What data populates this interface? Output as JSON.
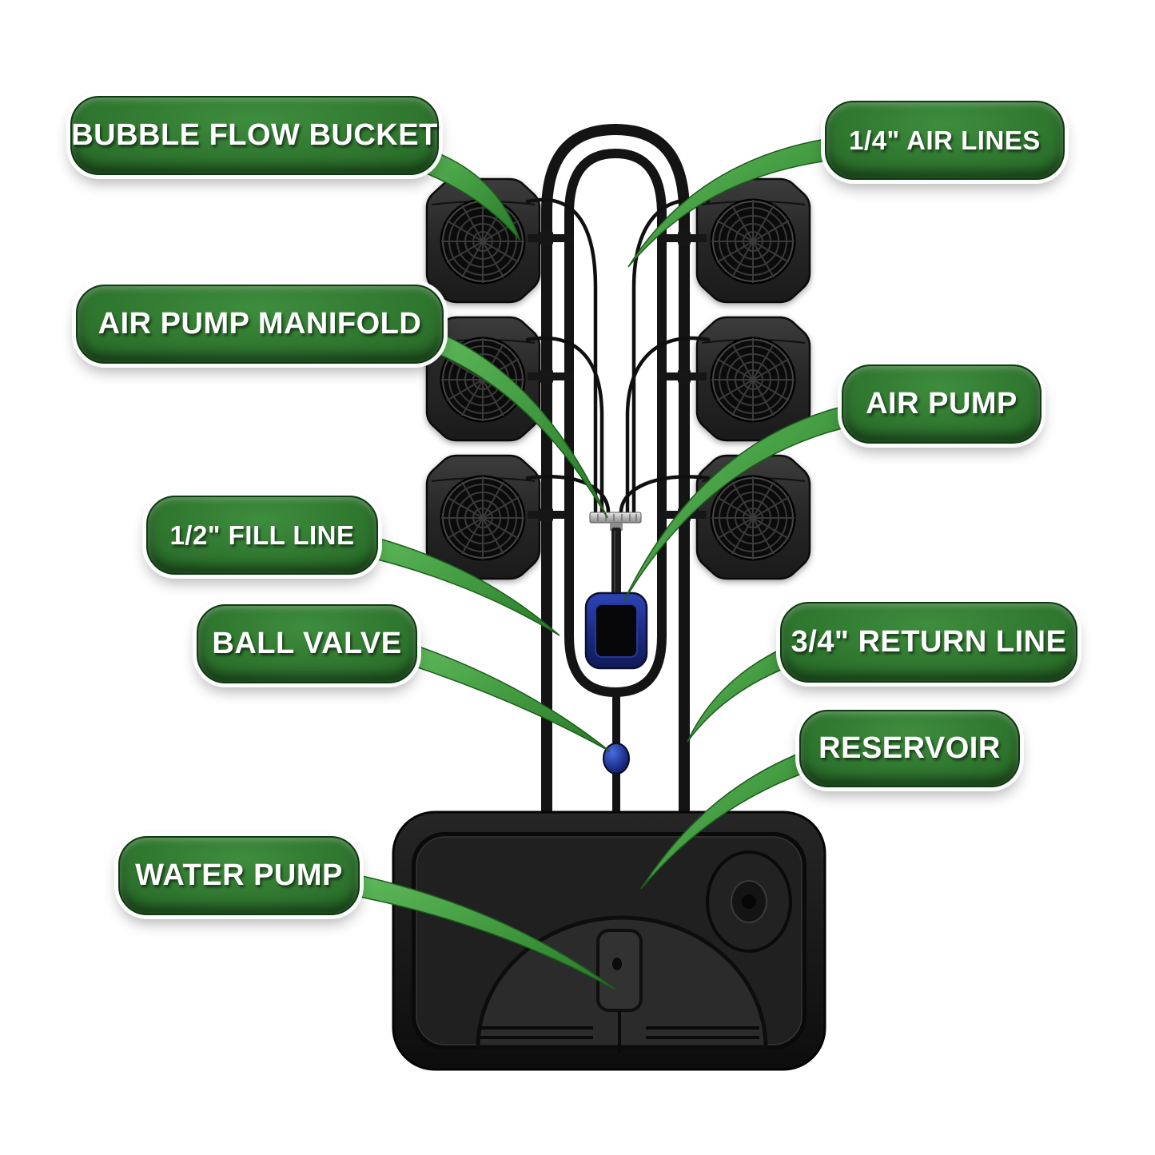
{
  "diagram": {
    "title": "Bubble Flow Bucket hydroponic system diagram",
    "bucket_count": 6,
    "labels": {
      "bubble_flow_bucket": "BUBBLE FLOW BUCKET",
      "air_lines": "1/4\" AIR LINES",
      "air_pump_manifold": "AIR PUMP MANIFOLD",
      "air_pump": "AIR PUMP",
      "fill_line": "1/2\" FILL LINE",
      "ball_valve": "BALL VALVE",
      "return_line": "3/4\" RETURN LINE",
      "reservoir": "RESERVOIR",
      "water_pump": "WATER PUMP"
    },
    "colors": {
      "label_green_light": "#3e8d3e",
      "label_green_dark": "#123f14",
      "ribbon_green_light": "#62bd5e",
      "ribbon_green_dark": "#267a26",
      "component_black": "#1c1c1c",
      "tube_black": "#141414",
      "air_pump_blue": "#22349e",
      "ball_valve_blue": "#3a5fd0",
      "manifold_silver": "#d8d8d8",
      "background": "#ffffff"
    }
  }
}
